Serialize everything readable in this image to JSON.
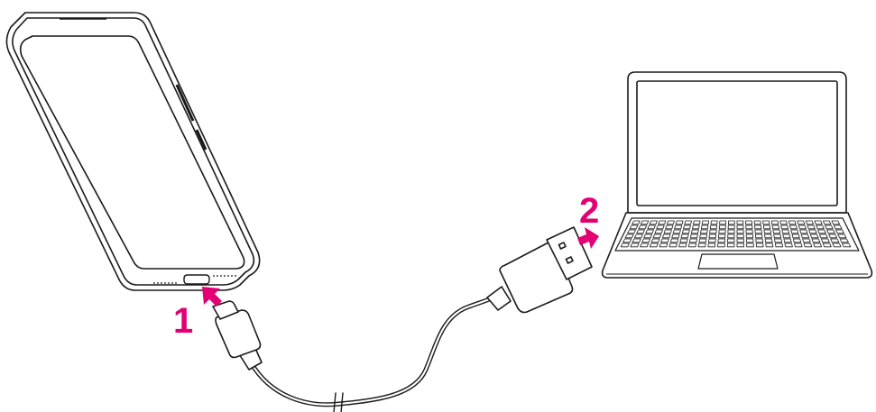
{
  "steps": [
    {
      "number": "1",
      "target": "phone"
    },
    {
      "number": "2",
      "target": "laptop"
    }
  ],
  "colors": {
    "accent": "#E20074",
    "line": "#1a1a1a",
    "background": "#ffffff"
  },
  "icons": {
    "phone": "smartphone-icon",
    "laptop": "laptop-icon",
    "cable": "usb-cable-icon",
    "connector_c": "usb-c-plug-icon",
    "connector_a": "usb-a-plug-icon",
    "arrow": "insert-arrow-icon"
  }
}
